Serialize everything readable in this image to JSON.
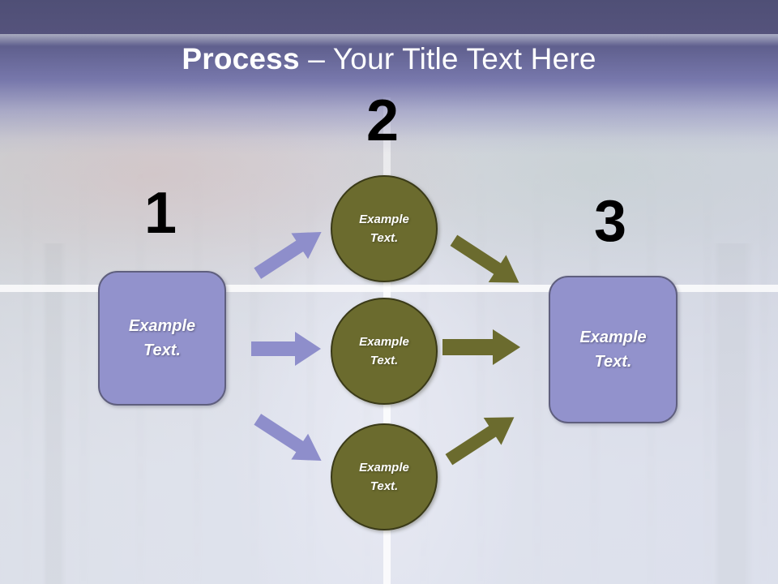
{
  "slide": {
    "title_strong": "Process",
    "title_rest": " – Your Title Text Here",
    "background_description": "faded forest road photograph",
    "colors": {
      "title_band": "#5d5d8c",
      "node_purple": "#9292cc",
      "node_purple_border": "#5f5f7e",
      "node_olive": "#6b6b2e",
      "node_olive_border": "#3a3a18",
      "arrow_purple": "#8e8ecb",
      "arrow_olive": "#6b6b2e",
      "numeral": "#000000",
      "node_text": "#ffffff",
      "grid_line": "#ffffff"
    }
  },
  "steps": [
    {
      "numeral": "1",
      "shape": "rounded-rectangle",
      "label_line1": "Example",
      "label_line2": "Text."
    },
    {
      "numeral": "2",
      "shape": "circle-group",
      "items": [
        {
          "label_line1": "Example",
          "label_line2": "Text."
        },
        {
          "label_line1": "Example",
          "label_line2": "Text."
        },
        {
          "label_line1": "Example",
          "label_line2": "Text."
        }
      ]
    },
    {
      "numeral": "3",
      "shape": "rounded-rectangle",
      "label_line1": "Example",
      "label_line2": "Text."
    }
  ],
  "arrows": {
    "purple": [
      {
        "name": "arrow-step1-to-circle-top",
        "direction": "up-right"
      },
      {
        "name": "arrow-step1-to-circle-middle",
        "direction": "right"
      },
      {
        "name": "arrow-step1-to-circle-bottom",
        "direction": "down-right"
      }
    ],
    "olive": [
      {
        "name": "arrow-circle-top-to-step3",
        "direction": "down-right"
      },
      {
        "name": "arrow-circle-middle-to-step3",
        "direction": "right"
      },
      {
        "name": "arrow-circle-bottom-to-step3",
        "direction": "up-right"
      }
    ]
  }
}
